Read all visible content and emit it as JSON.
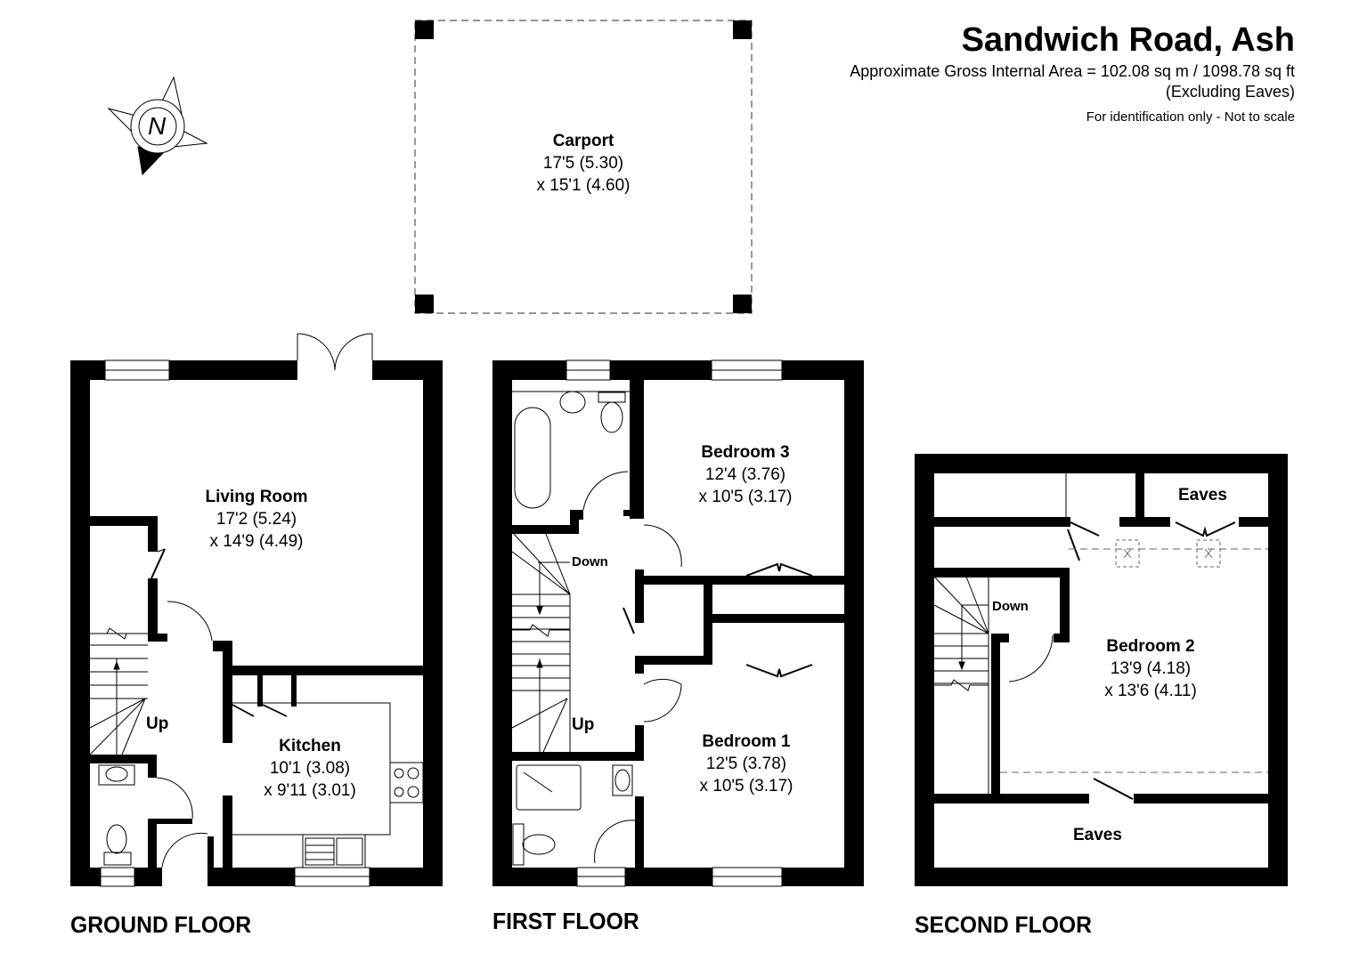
{
  "header": {
    "title": "Sandwich Road, Ash",
    "area": "Approximate Gross Internal Area = 102.08 sq m / 1098.78 sq ft",
    "exclusion": "(Excluding Eaves)",
    "disclaimer": "For identification only - Not to scale"
  },
  "compass": {
    "icon": "north-arrow-icon",
    "letter": "N"
  },
  "carport": {
    "name": "Carport",
    "dim1": "17'5 (5.30)",
    "dim2": "x 15'1 (4.60)"
  },
  "floors": {
    "ground": {
      "label": "GROUND FLOOR",
      "rooms": [
        {
          "name": "Living Room",
          "dim1": "17'2 (5.24)",
          "dim2": "x 14'9 (4.49)"
        },
        {
          "name": "Kitchen",
          "dim1": "10'1 (3.08)",
          "dim2": "x 9'11 (3.01)"
        }
      ],
      "stairs_label": "Up"
    },
    "first": {
      "label": "FIRST FLOOR",
      "rooms": [
        {
          "name": "Bedroom 3",
          "dim1": "12'4 (3.76)",
          "dim2": "x 10'5 (3.17)"
        },
        {
          "name": "Bedroom 1",
          "dim1": "12'5 (3.78)",
          "dim2": "x 10'5 (3.17)"
        }
      ],
      "stairs_down_label": "Down",
      "stairs_up_label": "Up"
    },
    "second": {
      "label": "SECOND FLOOR",
      "rooms": [
        {
          "name": "Bedroom 2",
          "dim1": "13'9 (4.18)",
          "dim2": "x 13'6 (4.11)"
        }
      ],
      "eaves_top_label": "Eaves",
      "eaves_bottom_label": "Eaves",
      "stairs_label": "Down"
    }
  }
}
